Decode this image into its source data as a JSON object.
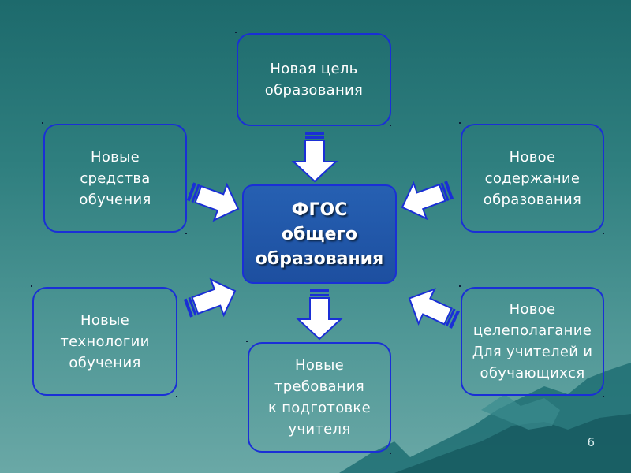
{
  "center": {
    "label": "ФГОС\nобщего\nобразования"
  },
  "boxes": [
    {
      "id": "top",
      "label": "Новая цель\nобразования"
    },
    {
      "id": "upper-left",
      "label": "Новые\nсредства\nобучения"
    },
    {
      "id": "upper-right",
      "label": "Новое\nсодержание\nобразования"
    },
    {
      "id": "lower-left",
      "label": "Новые\nтехнологии\nобучения"
    },
    {
      "id": "bottom",
      "label": "Новые\nтребования\nк подготовке\nучителя"
    },
    {
      "id": "lower-right",
      "label": "Новое\nцелеполагание\nДля учителей и\nобучающихся"
    }
  ],
  "slide_number": "6",
  "colors": {
    "box_border": "#1a2fd6",
    "center_fill": "#1f52a6",
    "arrow_fill": "#ffffff",
    "arrow_stroke": "#1a2fd6"
  }
}
